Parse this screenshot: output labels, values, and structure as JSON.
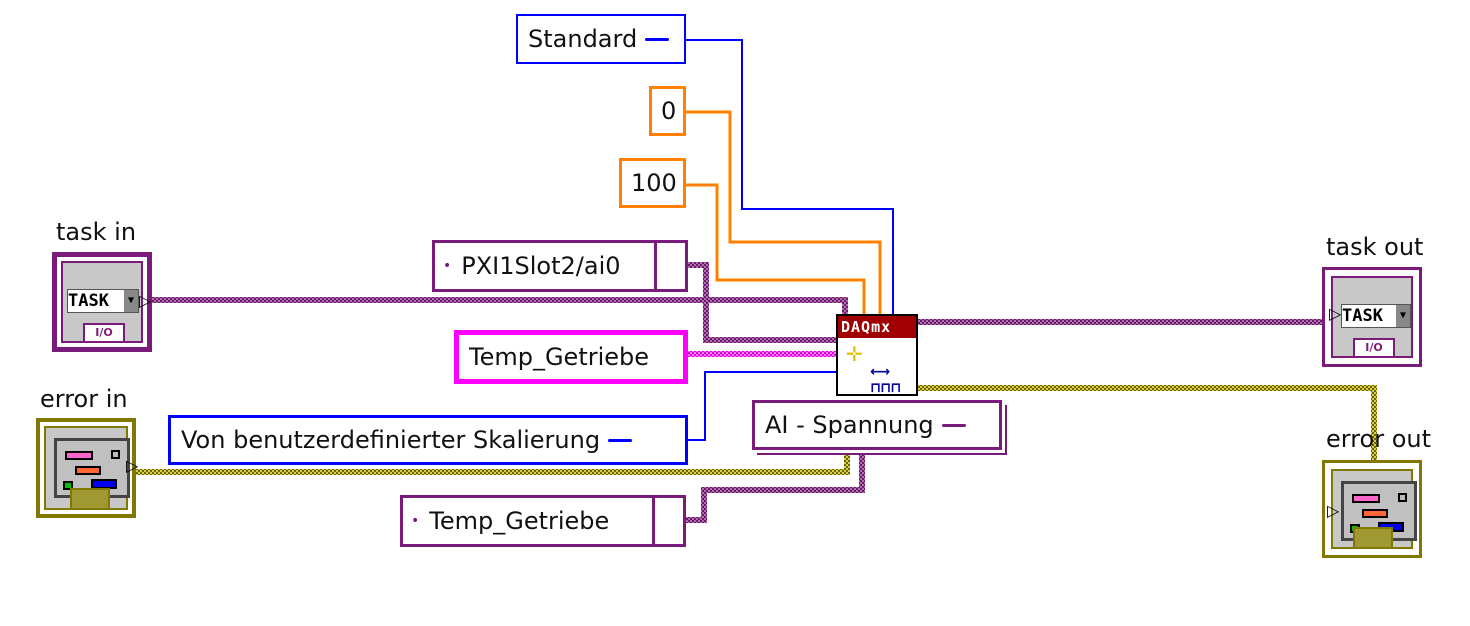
{
  "diagram": {
    "title": "DAQmx Create Virtual Channel (AI Voltage) block diagram",
    "terminals": {
      "task_in": {
        "label": "task in",
        "type": "TASK",
        "badge": "I/O"
      },
      "error_in": {
        "label": "error in"
      },
      "task_out": {
        "label": "task out",
        "type": "TASK",
        "badge": "I/O"
      },
      "error_out": {
        "label": "error out"
      }
    },
    "constants": {
      "terminal_config": "Standard",
      "min_value": "0",
      "max_value": "100",
      "physical_channel": "PXI1Slot2/ai0",
      "channel_name": "Temp_Getriebe",
      "units": "Von benutzerdefinierter Skalierung",
      "custom_scale": "Temp_Getriebe"
    },
    "node": {
      "header": "DAQmx",
      "selector": "AI - Spannung"
    },
    "colors": {
      "task_wire": "#8a2a8a",
      "error_wire": "#807800",
      "enum_wire": "#0000ff",
      "numeric_wire": "#ff8000",
      "string_wire": "#ff00ff",
      "node_header": "#a00000"
    }
  }
}
